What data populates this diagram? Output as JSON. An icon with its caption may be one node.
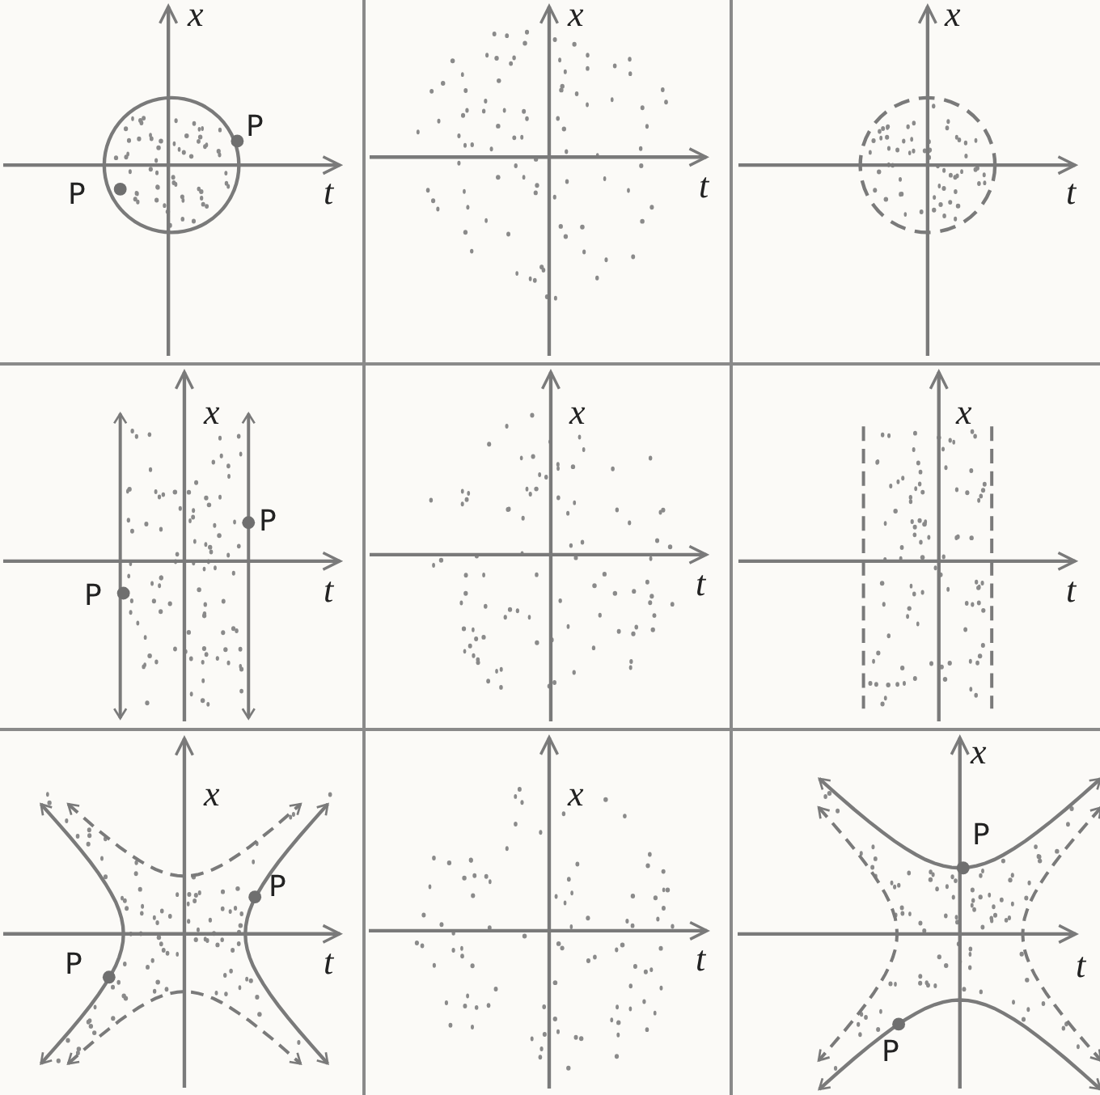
{
  "diagram": {
    "labels": [
      "x",
      "P",
      "t",
      "P",
      "x",
      "t",
      "x",
      "t",
      "x",
      "P",
      "t",
      "P",
      "x",
      "t",
      "x",
      "t",
      "x",
      "P",
      "t",
      "P",
      "x",
      "t",
      "x",
      "P",
      "t",
      "P"
    ]
  }
}
